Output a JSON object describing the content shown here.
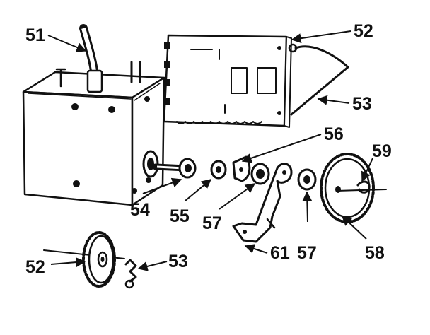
{
  "callouts": [
    {
      "id": "c51",
      "text": "51"
    },
    {
      "id": "c52_top",
      "text": "52"
    },
    {
      "id": "c53_top",
      "text": "53"
    },
    {
      "id": "c56",
      "text": "56"
    },
    {
      "id": "c59",
      "text": "59"
    },
    {
      "id": "c54",
      "text": "54"
    },
    {
      "id": "c55",
      "text": "55"
    },
    {
      "id": "c57_left",
      "text": "57"
    },
    {
      "id": "c61",
      "text": "61"
    },
    {
      "id": "c57_right",
      "text": "57"
    },
    {
      "id": "c58",
      "text": "58"
    },
    {
      "id": "c52_bottom",
      "text": "52"
    },
    {
      "id": "c53_bottom",
      "text": "53"
    }
  ],
  "colors": {
    "ink": "#111111",
    "paper": "#ffffff"
  }
}
